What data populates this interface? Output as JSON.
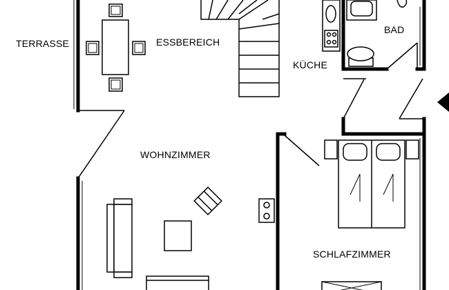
{
  "rooms": {
    "terrace": "TERRASSE",
    "dining": "ESSBEREICH",
    "kitchen": "KÜCHE",
    "bath": "BAD",
    "living": "WOHNZIMMER",
    "bedroom": "SCHLAFZIMMER"
  },
  "colors": {
    "wall": "#000000",
    "background": "#ffffff"
  },
  "icons": [
    "entrance-arrow-icon"
  ]
}
